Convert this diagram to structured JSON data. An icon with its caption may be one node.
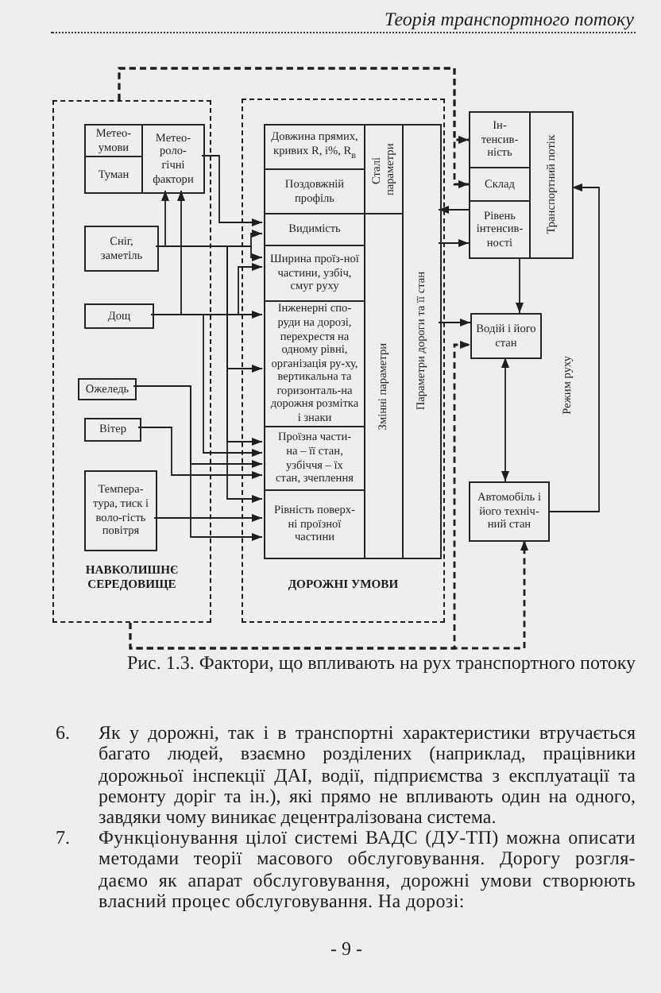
{
  "diagram": {
    "caption": "Рис. 1.3. Фактори, що впливають на рух транспортного потоку",
    "nodes": [
      {
        "text": [
          "НАВКОЛИШНЄ СЕРЕДОВИЩЕ"
        ]
      },
      {
        "text": [
          "Метео-умови"
        ],
        "in": 0
      },
      {
        "text": [
          "Туман"
        ],
        "in": 0
      },
      {
        "text": [
          "Метео-роло-гічні фактори"
        ],
        "in": 0
      },
      {
        "text": [
          "Сніг, заметіль"
        ],
        "in": 0
      },
      {
        "text": [
          "Дощ"
        ],
        "in": 0
      },
      {
        "text": [
          "Ожеледь"
        ],
        "in": 0
      },
      {
        "text": [
          "Вітер"
        ],
        "in": 0
      },
      {
        "text": [
          "Темпера-тура, тиск і воло-гість повітря"
        ],
        "in": 0
      },
      {
        "text": [
          "ДОРОЖНІ УМОВИ"
        ]
      },
      {
        "text": [
          "Довжина прямих, кривих R, і%, R$_{в}$"
        ],
        "in": 9
      },
      {
        "text": [
          "Поздовжній профіль"
        ],
        "in": 9
      },
      {
        "text": [
          "Видимість"
        ],
        "in": 9
      },
      {
        "text": [
          "Ширина проїз-ної частини, узбіч, смуг руху"
        ],
        "in": 9
      },
      {
        "text": [
          "Інженерні спо-руди на дорозі, перехрестя на одному рівні, організація ру-ху, вертикальна та горизонталь-на дорожня розмітка і знаки"
        ],
        "in": 9
      },
      {
        "text": [
          "Проїзна части-на – її стан, узбіччя – їх стан, зчеплення"
        ],
        "in": 9
      },
      {
        "text": [
          "Рівність поверх-ні проїзної частини"
        ],
        "in": 9
      },
      {
        "text": [
          "Сталі параметри"
        ],
        "in": 9
      },
      {
        "text": [
          "Змінні параметри"
        ],
        "in": 9
      },
      {
        "text": [
          "Параметри дороги та її стан"
        ],
        "in": 9
      },
      {
        "text": [
          "Ін-тенсив-ність"
        ]
      },
      {
        "text": [
          "Склад"
        ]
      },
      {
        "text": [
          "Рівень інтенсив-ності"
        ]
      },
      {
        "text": [
          "Транспортний потік"
        ]
      },
      {
        "text": [
          "Водій і його стан"
        ]
      },
      {
        "text": [
          "Автомобіль і його техніч-ний стан"
        ]
      }
    ],
    "edges": [
      {
        "from": 4,
        "to": 3,
        "arrow": "to"
      },
      {
        "from": 5,
        "to": 3,
        "arrow": "to"
      },
      {
        "from": 3,
        "to": 12,
        "arrow": "to"
      },
      {
        "from": 4,
        "to": 12,
        "arrow": "to"
      },
      {
        "from": 4,
        "to": 13,
        "arrow": "to"
      },
      {
        "from": 5,
        "to": 13,
        "arrow": "to"
      },
      {
        "from": 5,
        "to": 14,
        "arrow": "to"
      },
      {
        "from": 4,
        "to": 14,
        "arrow": "to"
      },
      {
        "from": 4,
        "to": 15,
        "arrow": "to"
      },
      {
        "from": 5,
        "to": 15,
        "arrow": "to"
      },
      {
        "from": 6,
        "to": 15,
        "arrow": "to"
      },
      {
        "from": 7,
        "to": 15,
        "arrow": "to"
      },
      {
        "from": 4,
        "to": 16,
        "arrow": "to"
      },
      {
        "from": 8,
        "to": 16,
        "arrow": "to"
      },
      {
        "from": 6,
        "to": 16,
        "arrow": "to"
      },
      {
        "from": 22,
        "to": 19,
        "arrow": "to"
      },
      {
        "from": 19,
        "to": 22,
        "arrow": "to"
      },
      {
        "from": 19,
        "to": 24,
        "arrow": "to"
      },
      {
        "from": 22,
        "to": 24,
        "arrow": "to"
      },
      {
        "from": 24,
        "to": 25,
        "arrow": "both"
      },
      {
        "from": 25,
        "to": 23,
        "arrow": "to",
        "label": "Режим руху"
      },
      {
        "from": 0,
        "to": 20,
        "arrow": "to",
        "style": "dashed"
      },
      {
        "from": 0,
        "to": 21,
        "arrow": "to",
        "style": "dashed"
      },
      {
        "from": 0,
        "to": 24,
        "arrow": "to",
        "style": "dashed"
      },
      {
        "from": 0,
        "to": 25,
        "arrow": "to",
        "style": "dashed"
      }
    ],
    "labels": [
      "Теорія транспортного потоку",
      "6.",
      "Як у дорожні, так і в транспортні характеристики втручається багато людей, взаємно розділених (наприклад, працівники дорожньої інспекції ДАІ, водії, підприємства з експлуатації та ремонту доріг та ін.), які прямо не впливають один на одного, завдяки чому виникає децентралізована система.",
      "7.",
      "Функціонування цілої системі ВАДС (ДУ-ТП) можна описати методами теорії масового обслуговування. Дорогу розгля-даємо як апарат обслуговування, дорожні умови створюють власний процес обслуговування. На дорозі:",
      "- 9 -"
    ]
  }
}
